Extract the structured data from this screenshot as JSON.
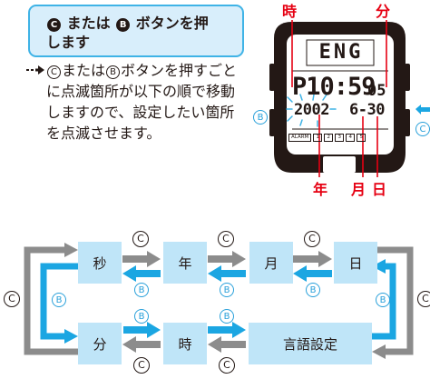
{
  "instruction": {
    "key_c": "C",
    "word_or": "または",
    "key_b": "B",
    "rest": "ボタンを押",
    "line2": "します"
  },
  "description": {
    "key_c": "C",
    "part1": "または",
    "key_b": "B",
    "part2": "ボタンを押すごとに点滅箇所が以下の順で移動しますので、設定したい箇所を点滅させます。"
  },
  "watch": {
    "top_text": "ENG",
    "time_main": "P10:59",
    "time_seconds": "05",
    "date_year": "2002",
    "date_md": "6-30",
    "alarm_label": "ALARM",
    "small_boxes": [
      "1",
      "2",
      "3",
      "4",
      "5"
    ],
    "button_left": "B",
    "button_right": "C"
  },
  "labels": {
    "hour": "時",
    "minute": "分",
    "year": "年",
    "month": "月",
    "day": "日"
  },
  "flow": {
    "nodes": {
      "second": "秒",
      "year": "年",
      "month": "月",
      "day": "日",
      "minute": "分",
      "hour": "時",
      "language": "言語設定"
    },
    "key_c": "C",
    "key_b": "B"
  },
  "colors": {
    "blue_arrow": "#1ba6e2",
    "gray_arrow": "#8c8c8c",
    "node_fill": "#bfe5f8",
    "callout_red": "#e60012",
    "box_border": "#3fb3e6",
    "box_fill": "#d8eefb"
  }
}
